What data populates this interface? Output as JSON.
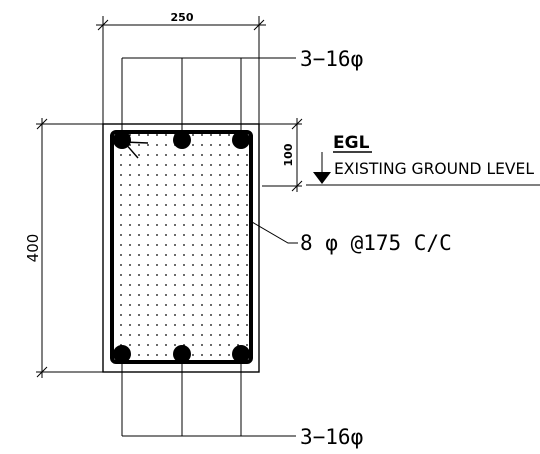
{
  "dimensions": {
    "width_label": "250",
    "height_label": "400",
    "cover_label": "100"
  },
  "callouts": {
    "top_bars": "3−16φ",
    "bottom_bars": "3−16φ",
    "stirrups": "8 φ @175 C/C"
  },
  "ground": {
    "tag": "EGL",
    "description": "EXISTING GROUND LEVEL"
  }
}
